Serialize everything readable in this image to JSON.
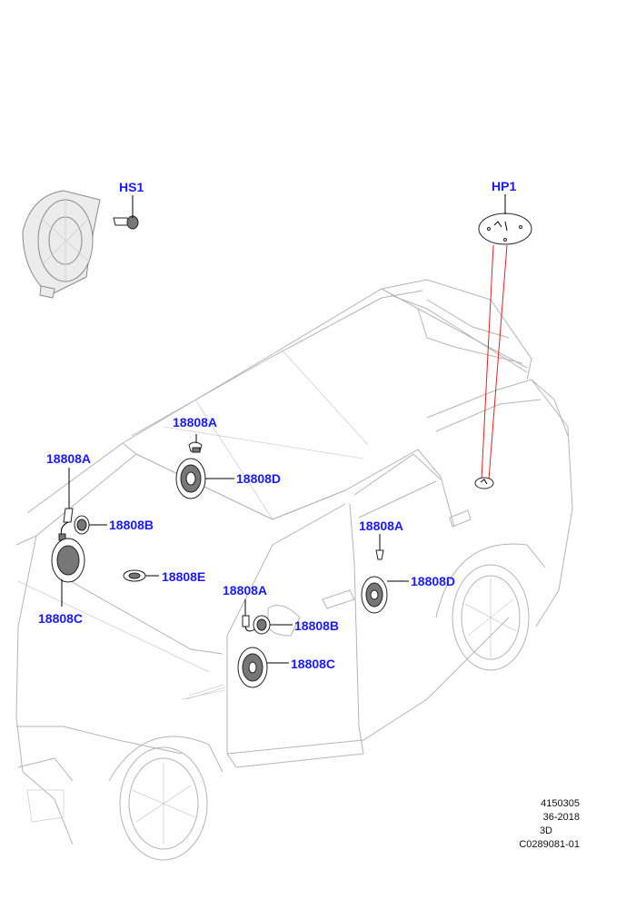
{
  "callouts": {
    "hs1": "HS1",
    "hp1": "HP1",
    "a_top": "18808A",
    "d_top": "18808D",
    "a_left": "18808A",
    "b_left": "18808B",
    "e_mid": "18808E",
    "c_left": "18808C",
    "a_mid": "18808A",
    "b_mid": "18808B",
    "c_mid": "18808C",
    "a_right": "18808A",
    "d_right": "18808D"
  },
  "footer": {
    "line1": "4150305",
    "line2": "36-2018",
    "line3": "3D",
    "line4": "C0289081-01"
  },
  "colors": {
    "callout": "#1a1aff",
    "leader_red": "#e02020"
  }
}
